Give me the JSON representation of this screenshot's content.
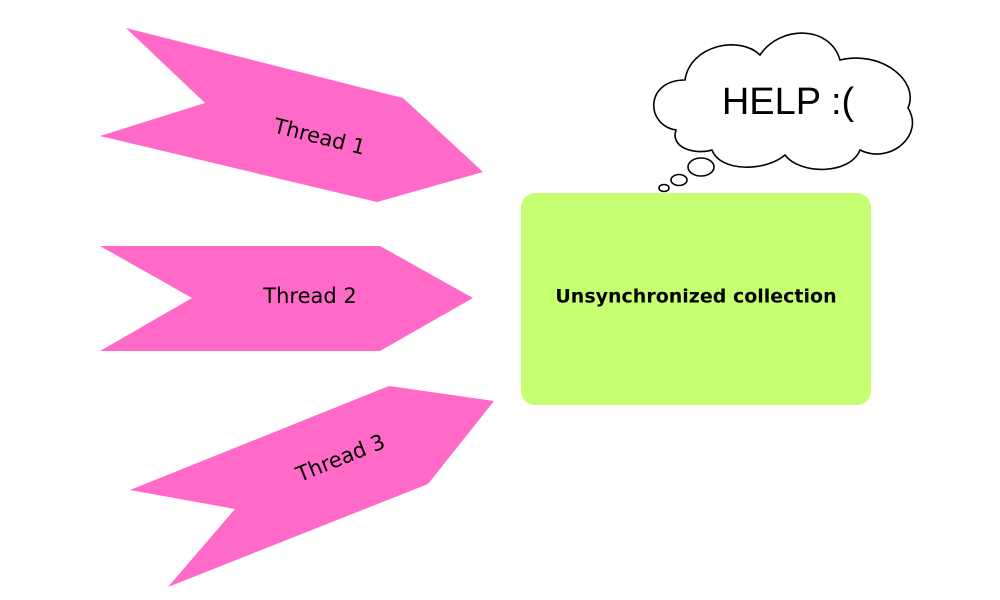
{
  "threads": [
    {
      "label": "Thread 1"
    },
    {
      "label": "Thread 2"
    },
    {
      "label": "Thread 3"
    }
  ],
  "collection": {
    "label": "Unsynchronized collection"
  },
  "thought_bubble": {
    "text": "HELP :("
  },
  "colors": {
    "arrow_fill": "#ff69c8",
    "box_fill": "#c7ff73",
    "bubble_fill": "#ffffff",
    "bubble_stroke": "#000000",
    "background": "#ffffff"
  }
}
